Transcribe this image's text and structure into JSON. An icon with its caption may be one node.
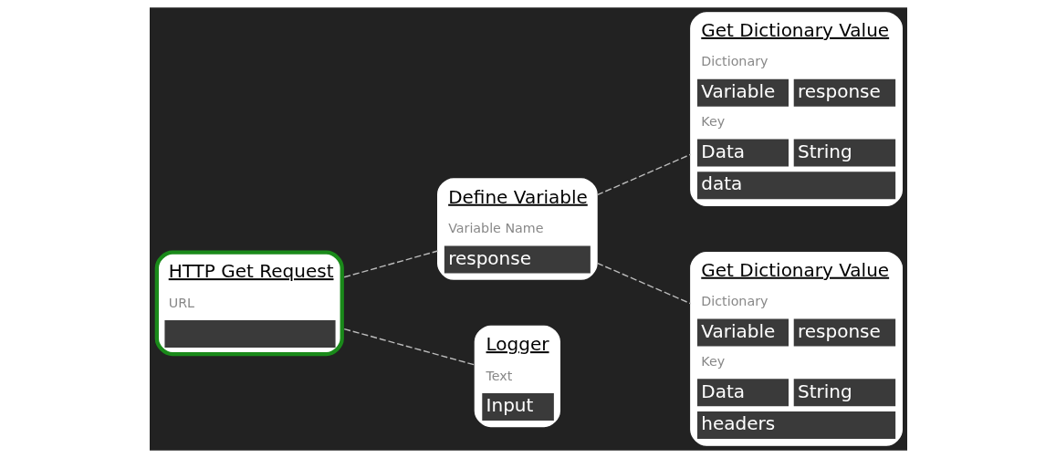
{
  "diagram": {
    "nodes": [
      {
        "text": [
          "HTTP Get Request",
          "URL"
        ]
      },
      {
        "text": [
          "Define Variable",
          "Variable Name",
          "response"
        ]
      },
      {
        "text": [
          "Logger",
          "Text",
          "Input"
        ]
      },
      {
        "text": [
          "Get Dictionary Value",
          "Dictionary",
          "Variable",
          "response",
          "Key",
          "Data",
          "String",
          "data"
        ]
      },
      {
        "text": [
          "Get Dictionary Value",
          "Dictionary",
          "Variable",
          "response",
          "Key",
          "Data",
          "String",
          "headers"
        ]
      }
    ],
    "edges": [
      {
        "from": 0,
        "to": 1,
        "arrow": "none",
        "style": "dashed"
      },
      {
        "from": 0,
        "to": 2,
        "arrow": "none",
        "style": "dashed"
      },
      {
        "from": 1,
        "to": 3,
        "arrow": "none",
        "style": "dashed"
      },
      {
        "from": 1,
        "to": 4,
        "arrow": "none",
        "style": "dashed"
      }
    ]
  }
}
